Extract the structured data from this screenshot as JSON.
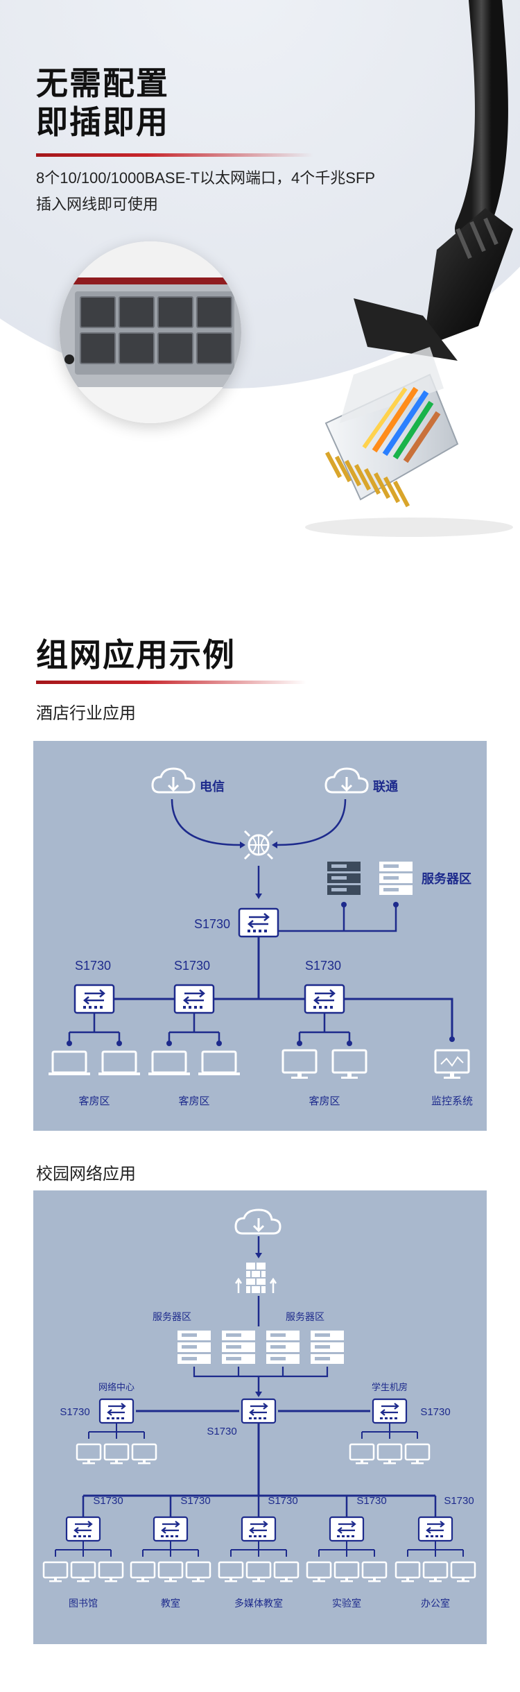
{
  "hero": {
    "title_line1": "无需配置",
    "title_line2": "即插即用",
    "desc_line1": "8个10/100/1000BASE-T以太网端口，4个千兆SFP",
    "desc_line2": "插入网线即可使用"
  },
  "section": {
    "title": "组网应用示例"
  },
  "hotel": {
    "subtitle": "酒店行业应用",
    "isp1": "电信",
    "isp2": "联通",
    "server_zone": "服务器区",
    "core_switch": "S1730",
    "switch_left": "S1730",
    "switch_mid": "S1730",
    "switch_right": "S1730",
    "room1": "客房区",
    "room2": "客房区",
    "room3": "客房区",
    "monitor": "监控系统"
  },
  "campus": {
    "subtitle": "校园网络应用",
    "server_zone_left": "服务器区",
    "server_zone_right": "服务器区",
    "network_center": "网络中心",
    "student_lab": "学生机房",
    "sw_left": "S1730",
    "sw_core": "S1730",
    "sw_right": "S1730",
    "sw_b1": "S1730",
    "sw_b2": "S1730",
    "sw_b3": "S1730",
    "sw_b4": "S1730",
    "sw_b5": "S1730",
    "dept1": "图书馆",
    "dept2": "教室",
    "dept3": "多媒体教室",
    "dept4": "实验室",
    "dept5": "办公室"
  }
}
